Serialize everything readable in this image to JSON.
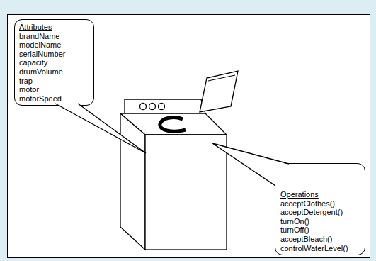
{
  "diagram": {
    "nodes": [
      {
        "text": [
          "Attributes",
          "brandName",
          "modelName",
          "serialNumber",
          "capacity",
          "drumVolume",
          "trap",
          "motor",
          "motorSpeed"
        ]
      },
      {
        "text": [
          "Operations",
          "acceptClothes()",
          "acceptDetergent()",
          "turnOn()",
          "turnOff()",
          "acceptBleach()",
          "controlWaterLevel()"
        ]
      }
    ]
  }
}
